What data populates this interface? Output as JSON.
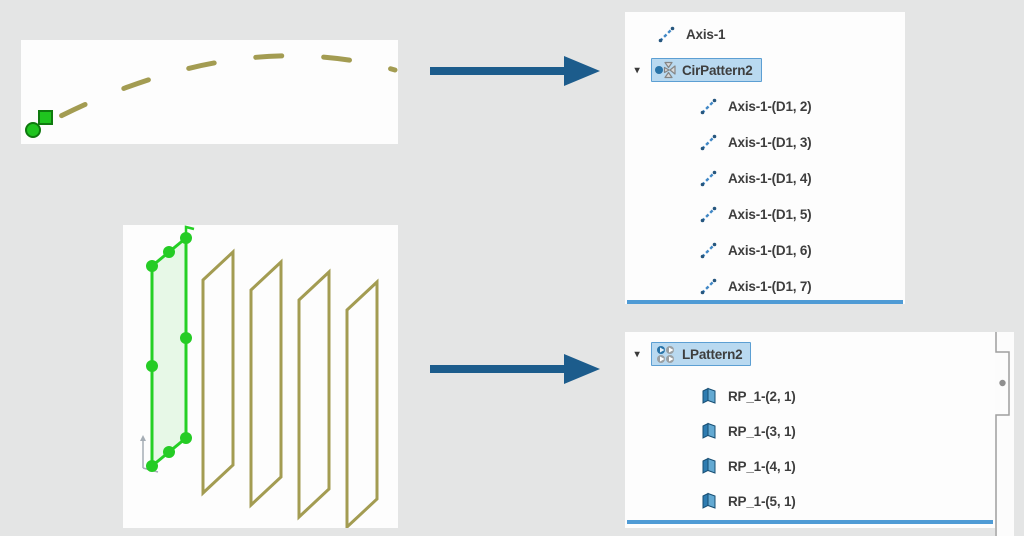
{
  "glyphs": {
    "expander_expanded": "▾"
  },
  "colors": {
    "background": "#e4e5e5",
    "panel": "#fdfdfd",
    "arrow_blue": "#1c5c8c",
    "underline_blue": "#4f9bd5",
    "selection_bg": "#b9d9f0",
    "selection_border": "#5c9fd3",
    "tree_text": "#3e3e3e",
    "sketch_olive": "#a39c52",
    "sketch_green": "#1fc41f",
    "icon_blue": "#2a74a8",
    "plane_icon_dark": "#2e7cb0",
    "plane_icon_light": "#63a9d2"
  },
  "sketch_previews": {
    "arc": {
      "markers": [
        "sketch-endpoint-square",
        "sketch-origin-circle"
      ],
      "curve": "dashed-arc"
    },
    "planes": {
      "selected_plane": "green-outlined-plane-with-handles",
      "pattern_planes_count": 4
    }
  },
  "feature_tree_circular": {
    "items_above": [
      {
        "label": "Axis-1",
        "icon": "axis-icon"
      }
    ],
    "selected": {
      "label": "CirPattern2",
      "icon": "circular-pattern-icon",
      "expanded": true
    },
    "children": [
      {
        "label": "Axis-1-(D1, 2)",
        "icon": "axis-icon"
      },
      {
        "label": "Axis-1-(D1, 3)",
        "icon": "axis-icon"
      },
      {
        "label": "Axis-1-(D1, 4)",
        "icon": "axis-icon"
      },
      {
        "label": "Axis-1-(D1, 5)",
        "icon": "axis-icon"
      },
      {
        "label": "Axis-1-(D1, 6)",
        "icon": "axis-icon"
      },
      {
        "label": "Axis-1-(D1, 7)",
        "icon": "axis-icon"
      }
    ]
  },
  "feature_tree_linear": {
    "selected": {
      "label": "LPattern2",
      "icon": "linear-pattern-icon",
      "expanded": true
    },
    "children": [
      {
        "label": "RP_1-(2, 1)",
        "icon": "plane-icon"
      },
      {
        "label": "RP_1-(3, 1)",
        "icon": "plane-icon"
      },
      {
        "label": "RP_1-(4, 1)",
        "icon": "plane-icon"
      },
      {
        "label": "RP_1-(5, 1)",
        "icon": "plane-icon"
      }
    ]
  }
}
